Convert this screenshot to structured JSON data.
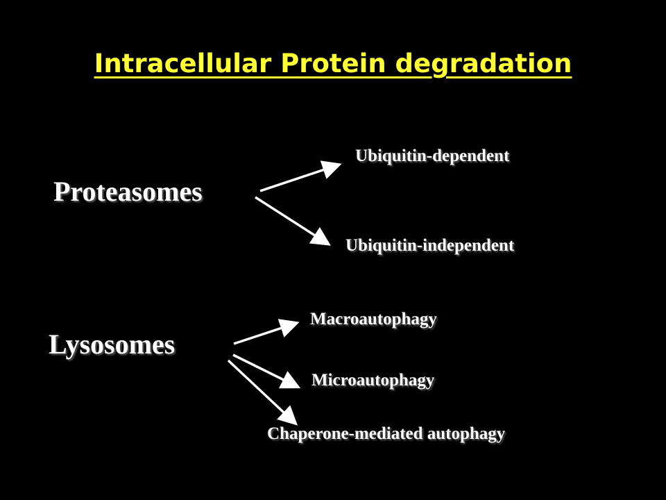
{
  "slide": {
    "title": "Intracellular Protein degradation",
    "title_color": "#ffff33",
    "background": "#000000",
    "text_color": "#ffffff"
  },
  "proteasomes": {
    "label": "Proteasomes",
    "branches": [
      "Ubiquitin-dependent",
      "Ubiquitin-independent"
    ]
  },
  "lysosomes": {
    "label": "Lysosomes",
    "branches": [
      "Macroautophagy",
      "Microautophagy",
      "Chaperone-mediated autophagy"
    ]
  }
}
